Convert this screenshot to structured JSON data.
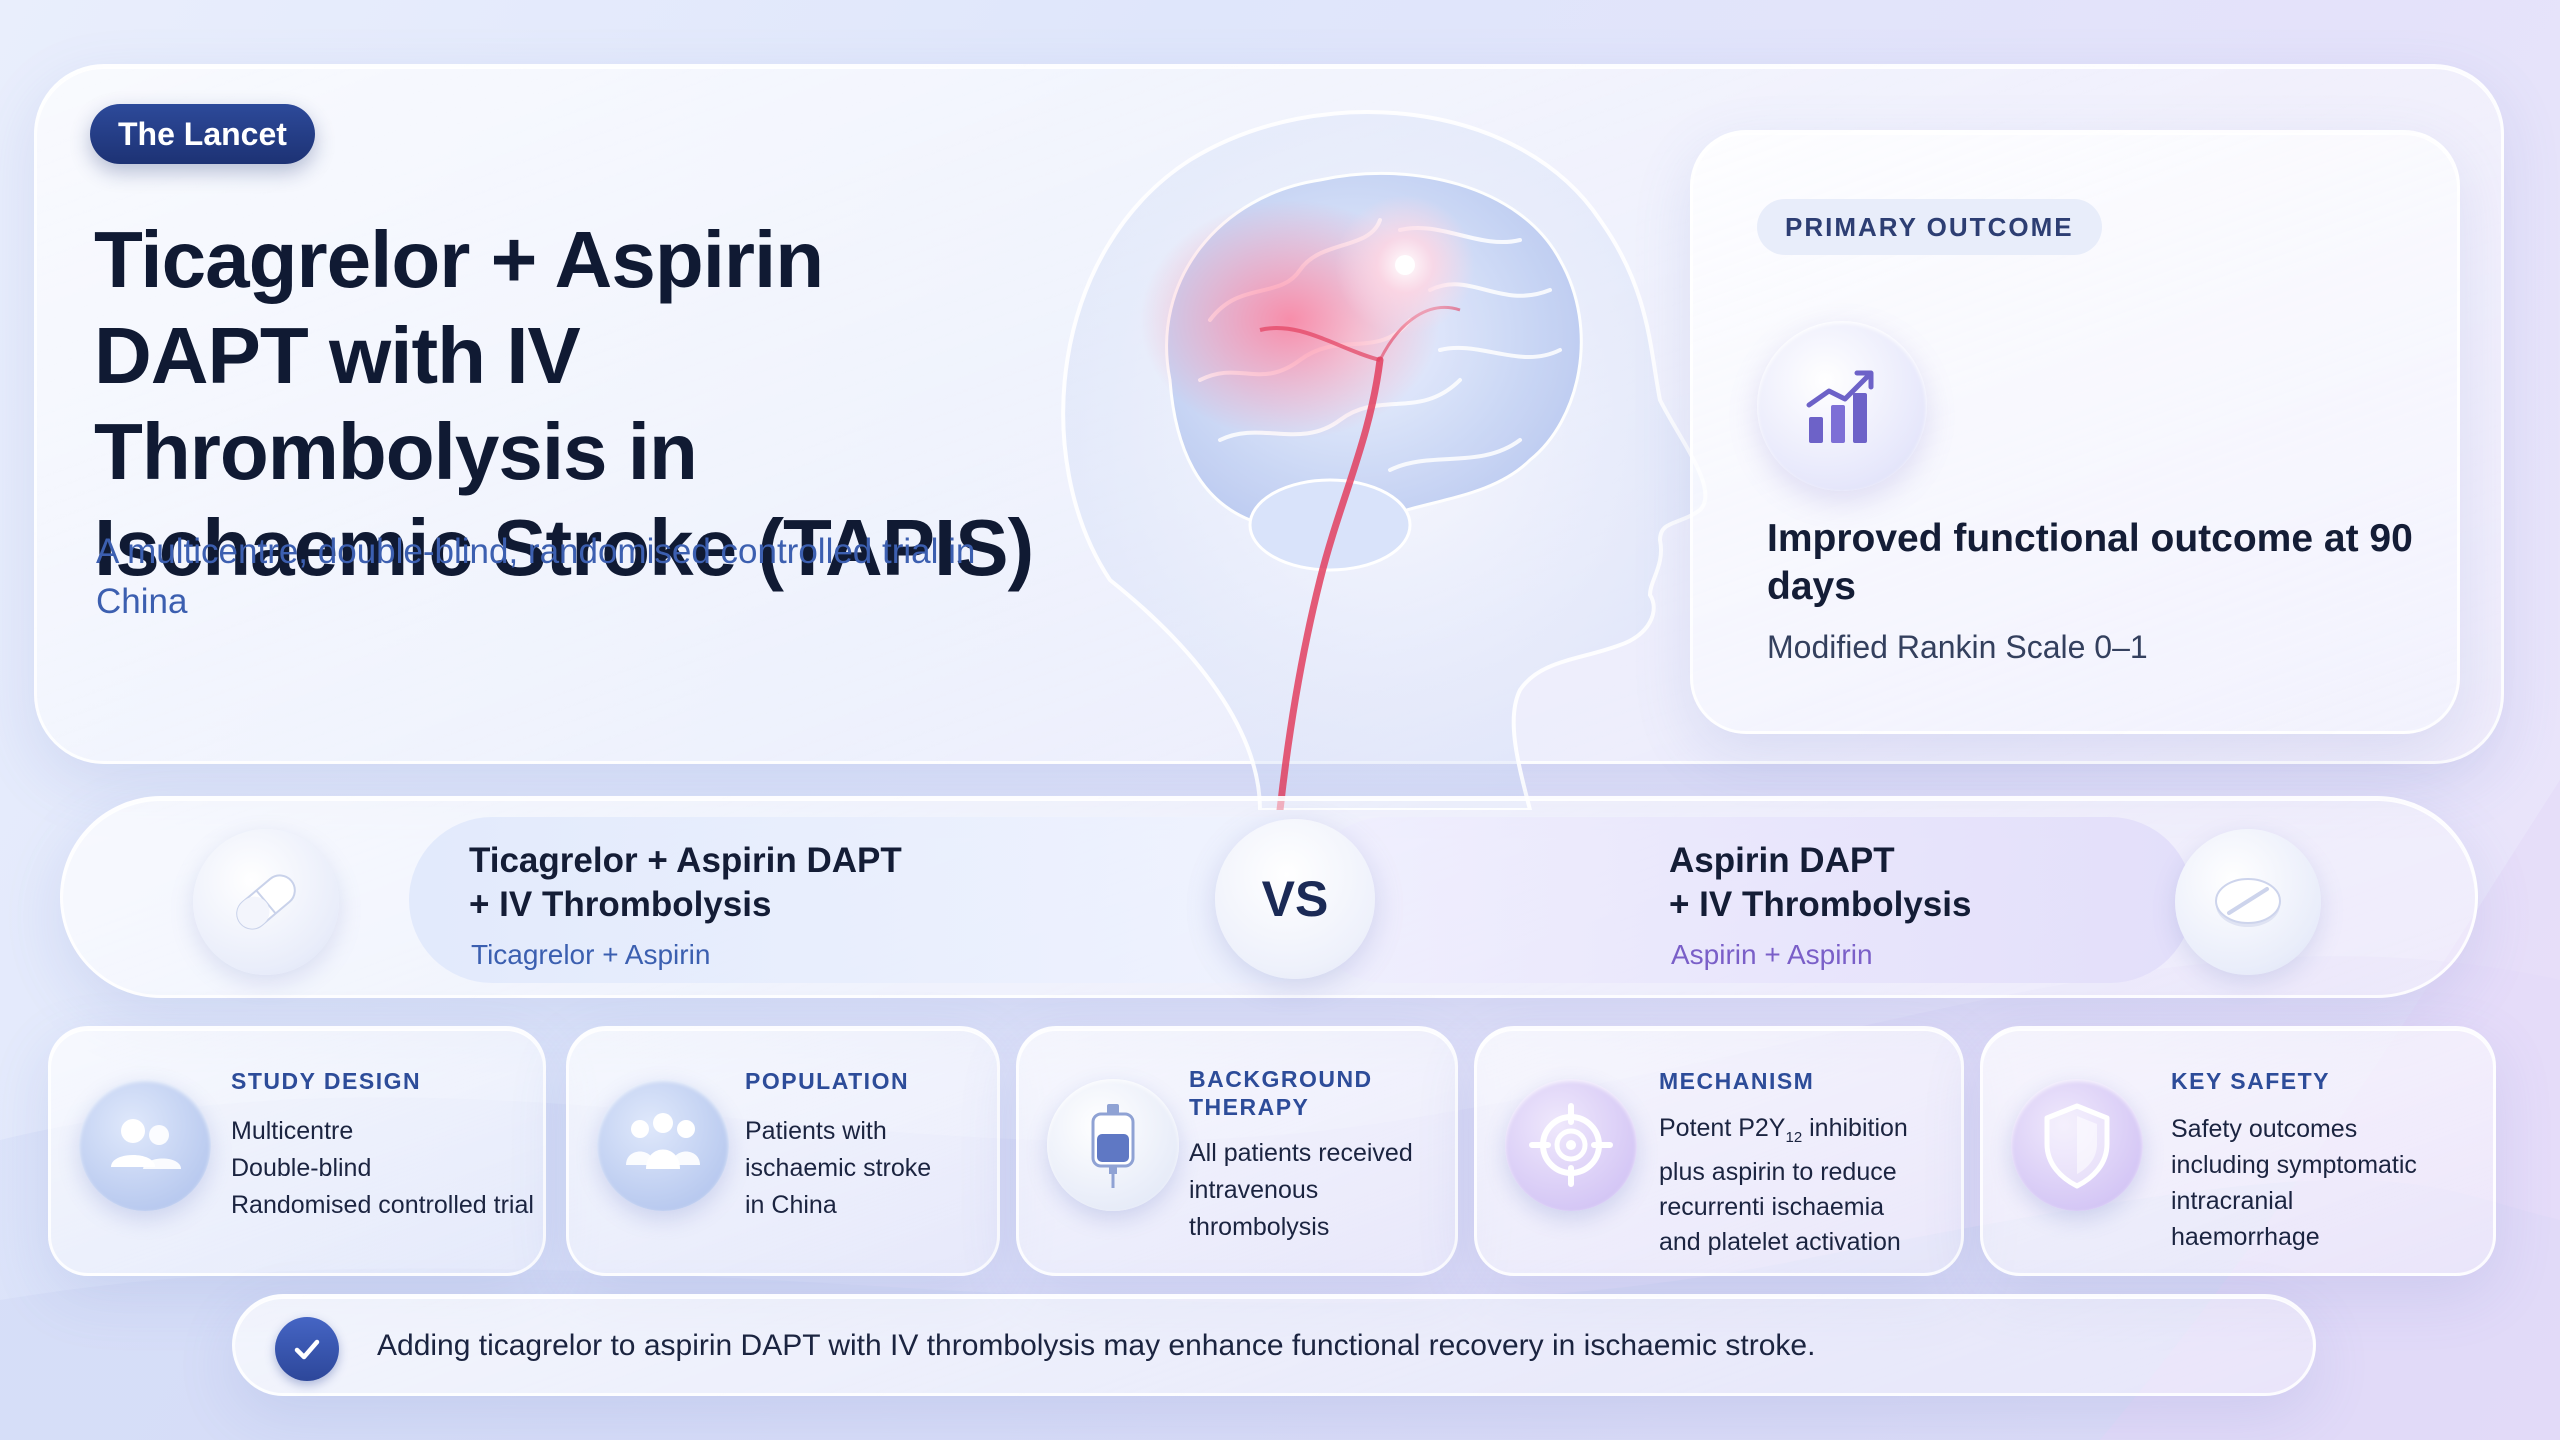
{
  "journal": "The Lancet",
  "title": "Ticagrelor + Aspirin DAPT with IV Thrombolysis in Ischaemic Stroke (TAPIS)",
  "subtitle": "A multicentre, double-blind, randomised controlled trial in China",
  "primary_outcome": {
    "label": "PRIMARY OUTCOME",
    "icon": "bar-chart-trend-icon",
    "title": "Improved functional outcome at 90 days",
    "subtitle": "Modified Rankin Scale 0–1"
  },
  "comparison": {
    "left": {
      "title_line1": "Ticagrelor + Aspirin DAPT",
      "title_line2": "+ IV Thrombolysis",
      "drugs": "Ticagrelor + Aspirin",
      "icon": "capsule-icon"
    },
    "vs": "VS",
    "right": {
      "title_line1": "Aspirin DAPT",
      "title_line2": "+ IV Thrombolysis",
      "drugs": "Aspirin + Aspirin",
      "icon": "tablet-icon"
    }
  },
  "cards": {
    "design": {
      "heading": "STUDY DESIGN",
      "icon": "people-icon",
      "lines": [
        "Multicentre",
        "Double-blind",
        "Randomised controlled trial"
      ]
    },
    "population": {
      "heading": "POPULATION",
      "icon": "group-icon",
      "lines": [
        "Patients with",
        "ischaemic stroke",
        "in China"
      ]
    },
    "background": {
      "heading_line1": "BACKGROUND",
      "heading_line2": "THERAPY",
      "icon": "iv-bag-icon",
      "lines": [
        "All patients received",
        "intravenous",
        "thrombolysis"
      ]
    },
    "mechanism": {
      "heading": "MECHANISM",
      "icon": "target-icon",
      "line1_pre": "Potent P2Y",
      "line1_sub": "12",
      "line1_post": " inhibition",
      "lines": [
        "plus aspirin to reduce",
        "recurrenti ischaemia",
        "and platelet activation"
      ]
    },
    "safety": {
      "heading": "KEY SAFETY",
      "icon": "shield-icon",
      "lines": [
        "Safety outcomes",
        "including symptomatic",
        "intracranial",
        "haemorrhage"
      ]
    }
  },
  "conclusion": {
    "icon": "check-icon",
    "text": "Adding ticagrelor to aspirin DAPT with IV thrombolysis may enhance functional recovery in ischaemic stroke."
  }
}
